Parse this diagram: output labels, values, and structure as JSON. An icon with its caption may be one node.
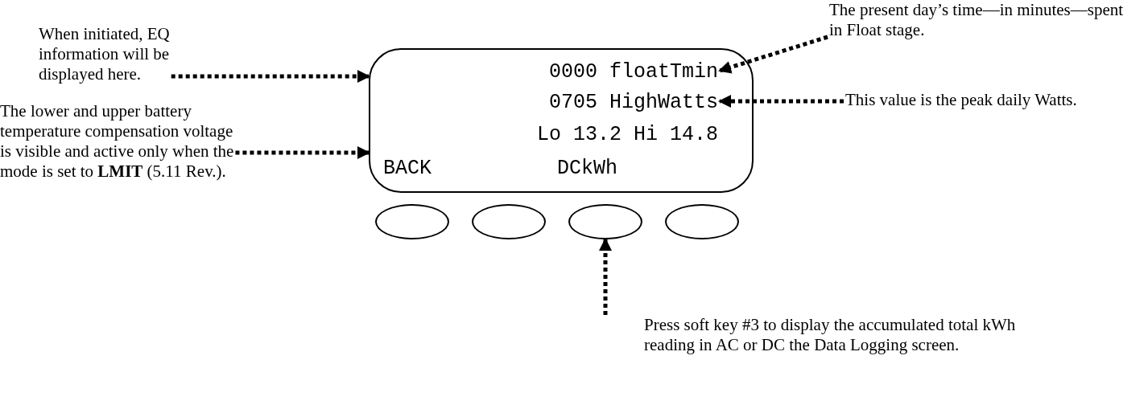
{
  "diagram": {
    "nodes": [
      {
        "text": [],
        "shape": "box"
      },
      {
        "text": [
          "0000 floatTmin"
        ],
        "in": 0
      },
      {
        "text": [
          "0705 HighWatts"
        ],
        "in": 0
      },
      {
        "text": [
          "Lo 13.2 Hi 14.8"
        ],
        "in": 0
      },
      {
        "text": [
          "BACK"
        ],
        "in": 0
      },
      {
        "text": [
          "DCkWh"
        ],
        "in": 0
      },
      {
        "text": [],
        "shape": "ellipse"
      },
      {
        "text": [],
        "shape": "ellipse"
      },
      {
        "text": [],
        "shape": "ellipse"
      },
      {
        "text": [],
        "shape": "ellipse"
      },
      {
        "text": [
          "When initiated, EQ information will be displayed here."
        ]
      },
      {
        "text": [
          "The lower and upper battery temperature compensation voltage is visible and active only when the mode is set to **LMIT** (5.11 Rev.)."
        ]
      },
      {
        "text": [
          "The present day’s time—in minutes—spent in Float stage."
        ]
      },
      {
        "text": [
          "This value is the peak daily Watts."
        ]
      },
      {
        "text": [
          "Press soft key #3 to display the accumulated total kWh reading in AC or DC the Data Logging screen."
        ]
      }
    ],
    "edges": [
      {
        "from": 10,
        "to": 0,
        "arrow": "to"
      },
      {
        "from": 11,
        "to": 0,
        "arrow": "to"
      },
      {
        "from": 12,
        "to": 1,
        "arrow": "to"
      },
      {
        "from": 13,
        "to": 2,
        "arrow": "to"
      },
      {
        "from": 14,
        "to": 8,
        "arrow": "to"
      }
    ]
  }
}
